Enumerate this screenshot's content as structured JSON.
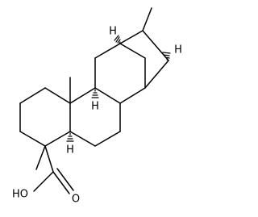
{
  "atom_labels": {
    "h_top_left": "H",
    "h_top_right": "H",
    "h_ring_junction": "H",
    "h_ring_junction_lower": "H",
    "carboxyl_oh": "HO",
    "carboxyl_o": "O"
  }
}
